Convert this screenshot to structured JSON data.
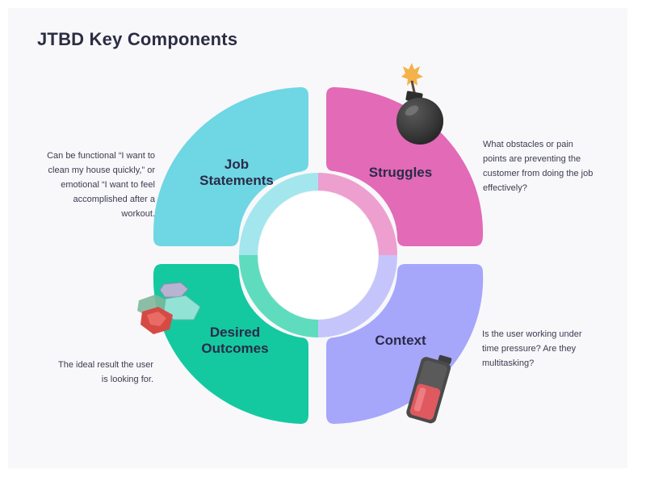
{
  "title": "JTBD Key Components",
  "segments": [
    {
      "label": "Job Statements",
      "color": "#6fd6e3",
      "inner_color": "#a3e6ee",
      "description": "Can be functional  “I want to clean my house quickly,” or emotional “I want to feel accomplished after a workout."
    },
    {
      "label": "Struggles",
      "color": "#e26ab7",
      "inner_color": "#ed9fd0",
      "description": "What obstacles or pain points are preventing the customer from doing the job effectively?"
    },
    {
      "label": "Desired Outcomes",
      "color": "#14c9a0",
      "inner_color": "#5fdcbe",
      "description": "The ideal result the user is looking for."
    },
    {
      "label": "Context",
      "color": "#a6a6fb",
      "inner_color": "#c5c5fc",
      "description": "Is the user working under time pressure? Are they multitasking?"
    }
  ],
  "icons": {
    "struggles": "bomb-icon",
    "desired_outcomes": "gems-icon",
    "context": "low-battery-icon"
  }
}
